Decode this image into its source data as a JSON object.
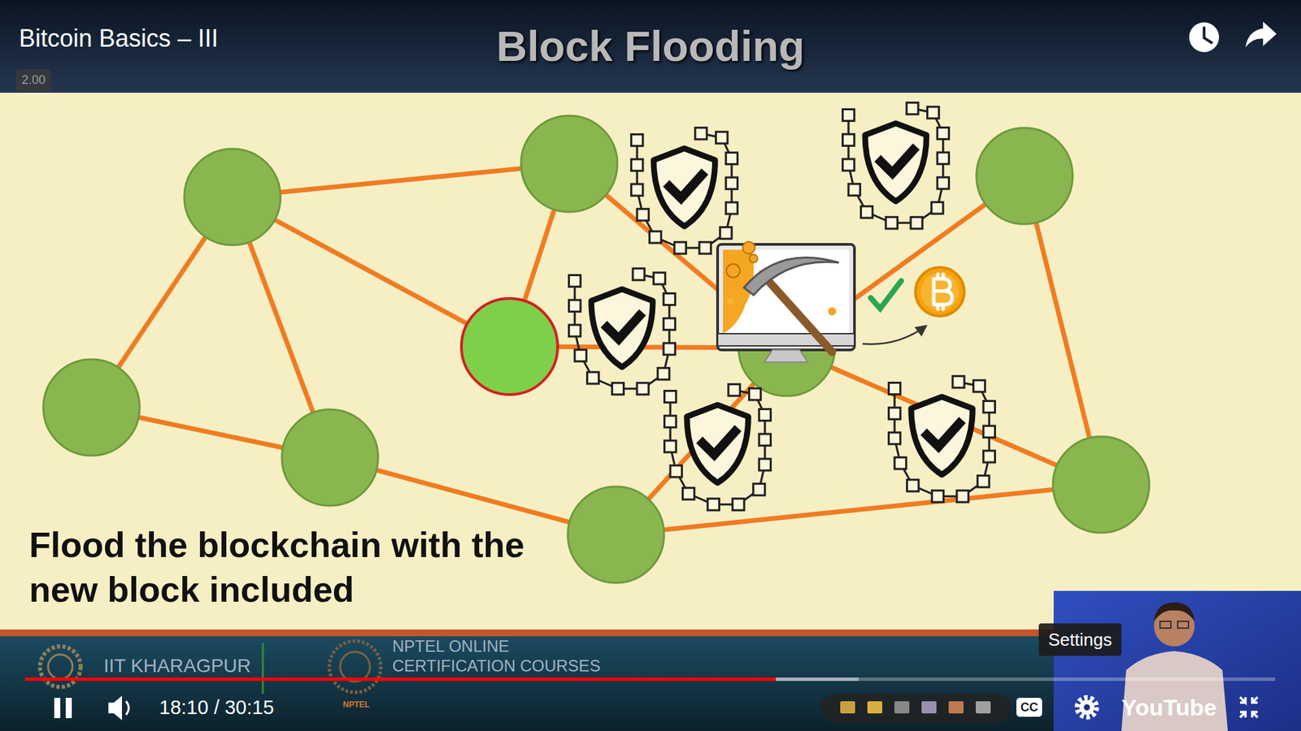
{
  "diagram": {
    "title": "Block Flooding",
    "caption": "Flood the blockchain with the new block included",
    "labels": [
      "Bitcoin Basics – III",
      "2.00",
      "IIT KHARAGPUR",
      "NPTEL ONLINE CERTIFICATION COURSES",
      "NPTEL",
      "18:10 / 30:15",
      "Settings",
      "CC",
      "YouTube"
    ]
  }
}
